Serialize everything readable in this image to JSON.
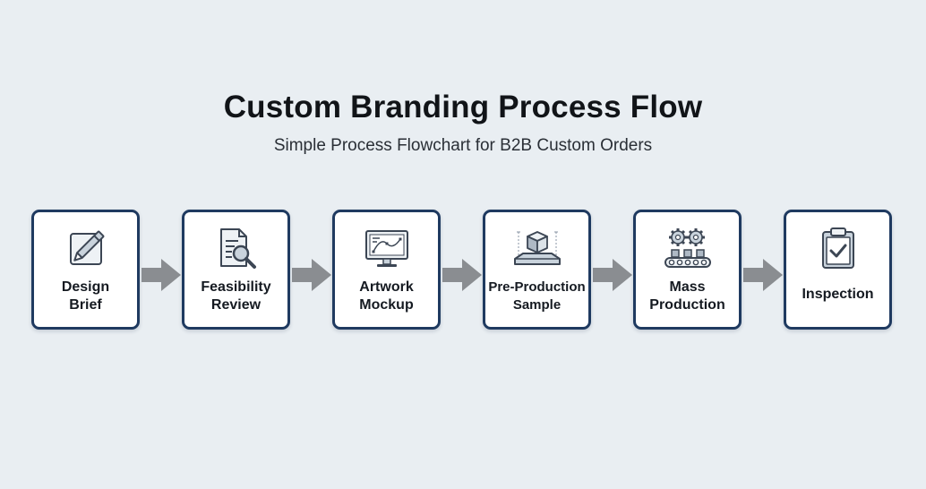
{
  "header": {
    "title": "Custom Branding Process Flow",
    "subtitle": "Simple Process Flowchart for B2B Custom Orders"
  },
  "steps": [
    {
      "label": "Design\nBrief",
      "icon": "pencil-icon"
    },
    {
      "label": "Feasibility\nReview",
      "icon": "document-search-icon"
    },
    {
      "label": "Artwork\nMockup",
      "icon": "monitor-design-icon"
    },
    {
      "label": "Pre-Production\nSample",
      "icon": "sample-box-icon"
    },
    {
      "label": "Mass\nProduction",
      "icon": "gears-conveyor-icon"
    },
    {
      "label": "Inspection",
      "icon": "clipboard-check-icon"
    }
  ],
  "colors": {
    "background": "#e9eef2",
    "box_border": "#1f3a60",
    "arrow": "#8a8d91",
    "icon_stroke": "#3c4654",
    "icon_fill": "#c9d3dc"
  }
}
